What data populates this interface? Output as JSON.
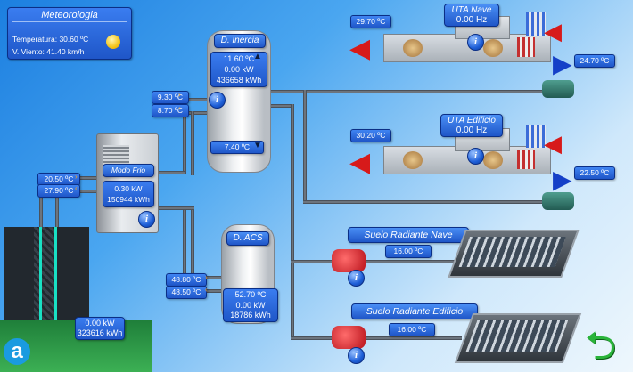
{
  "meteo": {
    "title": "Meteorologia",
    "temp": "Temperatura: 30.60 ºC",
    "wind": "V. Viento: 41.40 km/h",
    "icon": "sun-icon"
  },
  "inercia": {
    "title": "D. Inercia",
    "temp_top": "11.60 ºC",
    "power": "0.00 kW",
    "energy": "436658 kWh",
    "temp_bottom": "7.40 ºC"
  },
  "acs": {
    "title": "D. ACS",
    "temp": "52.70 ºC",
    "power": "0.00 kW",
    "energy": "18786 kWh",
    "in1": "48.80 ºC",
    "in2": "48.50 ºC"
  },
  "heatpump": {
    "mode": "Modo Frio",
    "power": "0.30 kW",
    "energy": "150944 kWh",
    "out1": "20.50 ºC",
    "out2": "27.90 ºC",
    "sup1": "9.30 ºC",
    "sup2": "8.70 ºC"
  },
  "geo": {
    "power": "0.00 kW",
    "energy": "323616 kWh"
  },
  "uta_nave": {
    "title": "UTA Nave",
    "freq": "0.00 Hz",
    "t_out": "29.70 ºC",
    "t_in": "24.70 ºC"
  },
  "uta_edificio": {
    "title": "UTA Edificio",
    "freq": "0.00 Hz",
    "t_out": "30.20 ºC",
    "t_in": "22.50 ºC"
  },
  "suelo_nave": {
    "title": "Suelo  Radiante Nave",
    "temp": "16.00 ºC"
  },
  "suelo_edificio": {
    "title": "Suelo Radiante Edificio",
    "temp": "16.00 ºC"
  },
  "colors": {
    "accent": "#1f56c8",
    "pipe": "#4a5058",
    "bg": "#2f8ee8"
  }
}
